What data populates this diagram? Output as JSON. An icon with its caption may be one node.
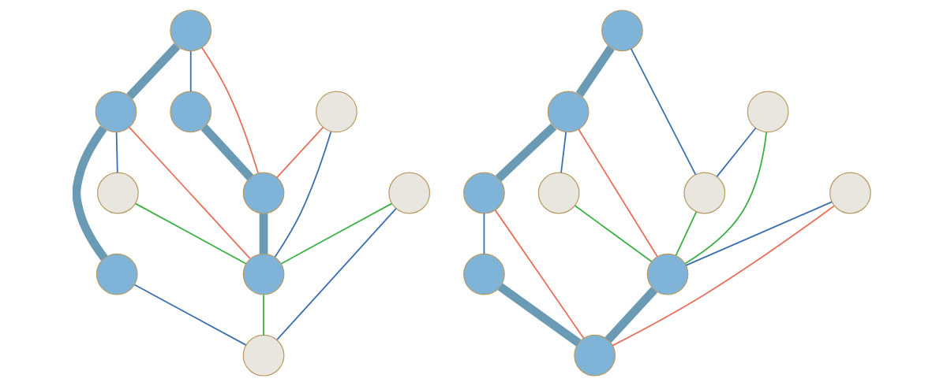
{
  "diagram": {
    "nodes": [
      {
        "text": [],
        "shape": "circle"
      },
      {
        "text": [],
        "shape": "circle"
      },
      {
        "text": [],
        "shape": "circle"
      },
      {
        "text": [],
        "shape": "circle"
      },
      {
        "text": [],
        "shape": "circle"
      },
      {
        "text": [],
        "shape": "circle"
      },
      {
        "text": [],
        "shape": "circle"
      },
      {
        "text": [],
        "shape": "circle"
      },
      {
        "text": [],
        "shape": "circle"
      },
      {
        "text": [],
        "shape": "circle"
      },
      {
        "text": [],
        "shape": "circle"
      },
      {
        "text": [],
        "shape": "circle"
      },
      {
        "text": [],
        "shape": "circle"
      },
      {
        "text": [],
        "shape": "circle"
      },
      {
        "text": [],
        "shape": "circle"
      },
      {
        "text": [],
        "shape": "circle"
      },
      {
        "text": [],
        "shape": "circle"
      },
      {
        "text": [],
        "shape": "circle"
      },
      {
        "text": [],
        "shape": "circle"
      },
      {
        "text": [],
        "shape": "circle"
      }
    ],
    "edges": [
      {
        "from": 0,
        "to": 2,
        "arrow": "none",
        "style": "thick",
        "color": "#6a9ab4"
      },
      {
        "from": 2,
        "to": 4,
        "arrow": "none",
        "style": "thick",
        "color": "#6a9ab4"
      },
      {
        "from": 5,
        "to": 7,
        "arrow": "none",
        "style": "thick",
        "color": "#6a9ab4"
      },
      {
        "from": 7,
        "to": 8,
        "arrow": "none",
        "style": "thick",
        "color": "#6a9ab4"
      },
      {
        "from": 0,
        "to": 5,
        "arrow": "none"
      },
      {
        "from": 1,
        "to": 8,
        "arrow": "none"
      },
      {
        "from": 2,
        "to": 6,
        "arrow": "none"
      },
      {
        "from": 3,
        "to": 9,
        "arrow": "none"
      },
      {
        "from": 4,
        "to": 9,
        "arrow": "none"
      },
      {
        "from": 0,
        "to": 7,
        "arrow": "none",
        "color": "#e8705a"
      },
      {
        "from": 1,
        "to": 7,
        "arrow": "none",
        "color": "#e8705a"
      },
      {
        "from": 2,
        "to": 8,
        "arrow": "none",
        "color": "#e8705a"
      },
      {
        "from": 3,
        "to": 8,
        "arrow": "none",
        "color": "#3cb043"
      },
      {
        "from": 6,
        "to": 8,
        "arrow": "none",
        "color": "#3cb043"
      },
      {
        "from": 8,
        "to": 9,
        "arrow": "none",
        "color": "#3cb043"
      },
      {
        "from": 10,
        "to": 12,
        "arrow": "none",
        "style": "thick",
        "color": "#6a9ab4"
      },
      {
        "from": 12,
        "to": 14,
        "arrow": "none",
        "style": "thick",
        "color": "#6a9ab4"
      },
      {
        "from": 16,
        "to": 19,
        "arrow": "none",
        "style": "thick",
        "color": "#6a9ab4"
      },
      {
        "from": 18,
        "to": 19,
        "arrow": "none",
        "style": "thick",
        "color": "#6a9ab4"
      },
      {
        "from": 10,
        "to": 17,
        "arrow": "none"
      },
      {
        "from": 11,
        "to": 17,
        "arrow": "none"
      },
      {
        "from": 12,
        "to": 15,
        "arrow": "none"
      },
      {
        "from": 13,
        "to": 18,
        "arrow": "none"
      },
      {
        "from": 14,
        "to": 16,
        "arrow": "none"
      },
      {
        "from": 12,
        "to": 18,
        "arrow": "none",
        "color": "#e8705a"
      },
      {
        "from": 13,
        "to": 19,
        "arrow": "none",
        "color": "#e8705a"
      },
      {
        "from": 14,
        "to": 19,
        "arrow": "none",
        "color": "#e8705a"
      },
      {
        "from": 11,
        "to": 18,
        "arrow": "none",
        "color": "#3cb043"
      },
      {
        "from": 15,
        "to": 18,
        "arrow": "none",
        "color": "#3cb043"
      },
      {
        "from": 17,
        "to": 18,
        "arrow": "none",
        "color": "#3cb043"
      }
    ]
  }
}
